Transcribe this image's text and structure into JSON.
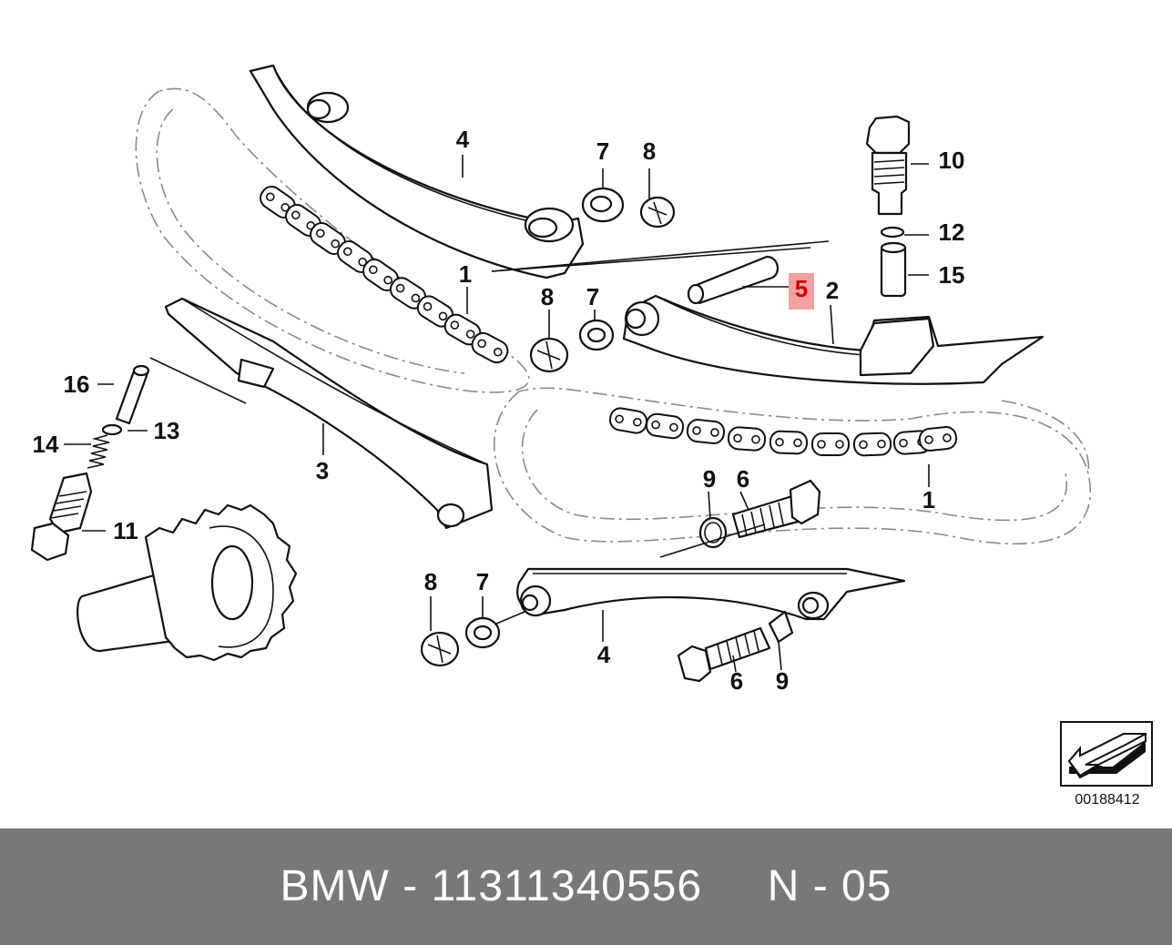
{
  "callouts": [
    {
      "id": "c-4-top",
      "label": "4"
    },
    {
      "id": "c-7-top",
      "label": "7"
    },
    {
      "id": "c-8-top",
      "label": "8"
    },
    {
      "id": "c-10",
      "label": "10"
    },
    {
      "id": "c-12",
      "label": "12"
    },
    {
      "id": "c-15",
      "label": "15"
    },
    {
      "id": "c-1-left",
      "label": "1"
    },
    {
      "id": "c-8-mid",
      "label": "8"
    },
    {
      "id": "c-7-mid",
      "label": "7"
    },
    {
      "id": "c-5",
      "label": "5"
    },
    {
      "id": "c-2",
      "label": "2"
    },
    {
      "id": "c-16",
      "label": "16"
    },
    {
      "id": "c-13",
      "label": "13"
    },
    {
      "id": "c-14",
      "label": "14"
    },
    {
      "id": "c-3",
      "label": "3"
    },
    {
      "id": "c-11",
      "label": "11"
    },
    {
      "id": "c-9-upper",
      "label": "9"
    },
    {
      "id": "c-6-upper",
      "label": "6"
    },
    {
      "id": "c-1-right",
      "label": "1"
    },
    {
      "id": "c-8-low",
      "label": "8"
    },
    {
      "id": "c-7-low",
      "label": "7"
    },
    {
      "id": "c-4-low",
      "label": "4"
    },
    {
      "id": "c-6-low",
      "label": "6"
    },
    {
      "id": "c-9-low",
      "label": "9"
    }
  ],
  "highlighted_part": "5",
  "highlight_color": "#f2a0a0",
  "highlight_text_color": "#cc0000",
  "reference": {
    "code": "00188412",
    "icon": "direction-arrow-icon"
  },
  "footer": {
    "brand": "BMW",
    "separator": "-",
    "part_number": "11311340556",
    "position": "N - 05",
    "background": "#787878"
  }
}
